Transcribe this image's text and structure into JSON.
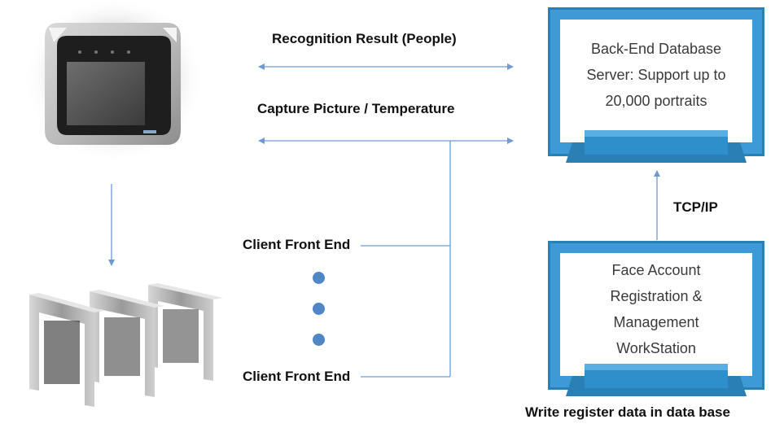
{
  "labels": {
    "recognition_result": "Recognition Result (People)",
    "capture_picture": "Capture Picture / Temperature",
    "tcp_ip": "TCP/IP",
    "client_front_end_top": "Client Front End",
    "client_front_end_bottom": "Client Front End",
    "write_register": "Write register data in data base"
  },
  "server_box": {
    "lines": [
      "Back-End Database",
      "Server: Support up to",
      "20,000 portraits"
    ]
  },
  "workstation_box": {
    "lines": [
      "Face Account",
      "Registration &",
      "Management",
      "WorkStation"
    ]
  },
  "device_images": {
    "terminal": "face-recognition-terminal-device",
    "gates": "speed-gate-turnstiles"
  },
  "colors": {
    "connector": "#6e9bd1",
    "dot": "#4f86c6",
    "frame_outer": "#2a7fb5",
    "frame_inner": "#3d9ad6",
    "frame_tab": "#2f8fcb"
  }
}
